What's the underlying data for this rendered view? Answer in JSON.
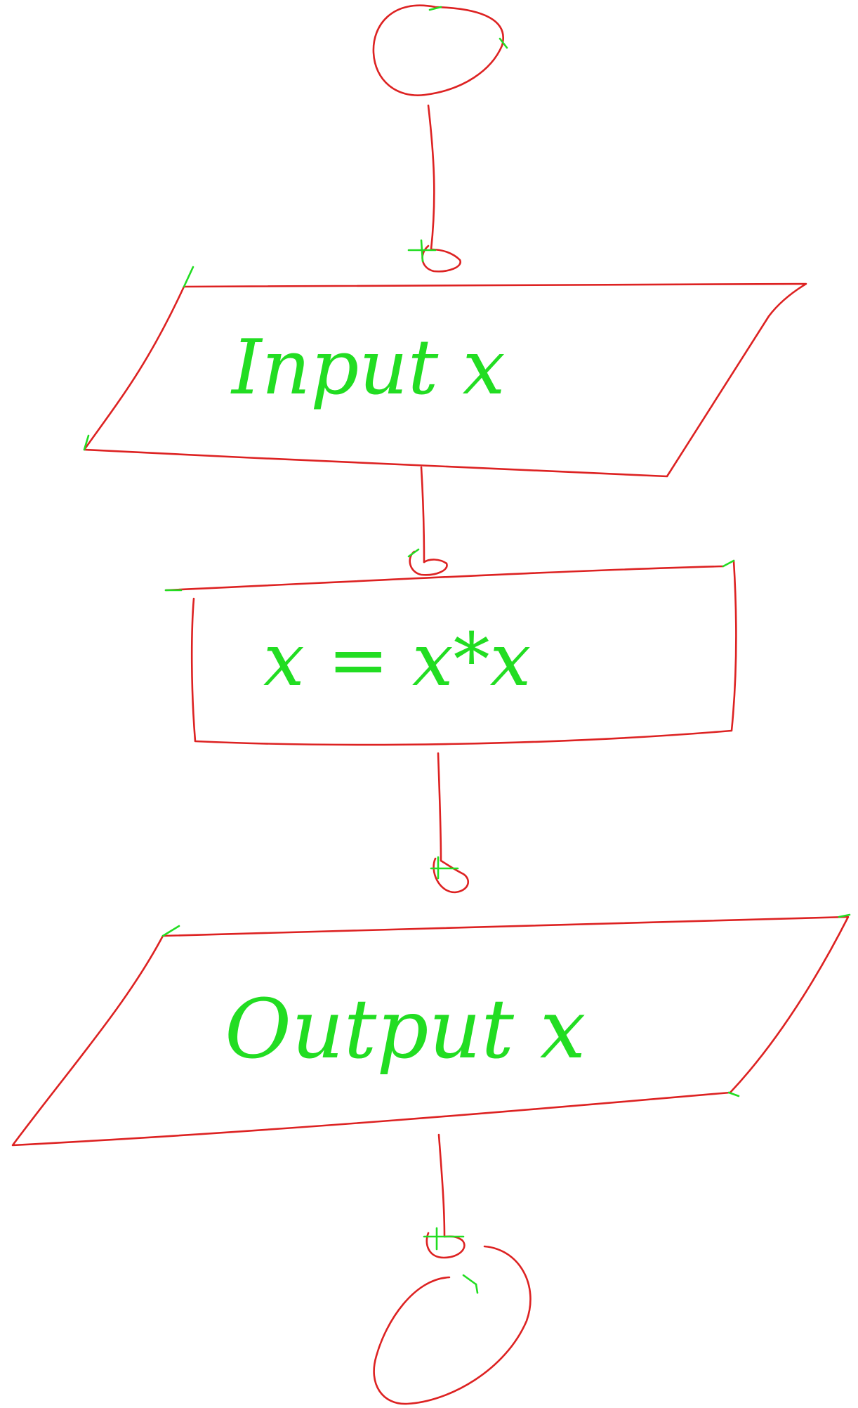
{
  "diagram": {
    "type": "hand-drawn flowchart",
    "stroke_color": "#dd2222",
    "text_color": "#22dd22",
    "background": "#ffffff",
    "nodes": [
      {
        "id": "start",
        "shape": "oval"
      },
      {
        "id": "input",
        "shape": "parallelogram",
        "text": "Input x"
      },
      {
        "id": "process",
        "shape": "rectangle",
        "text": "x = x*x"
      },
      {
        "id": "output",
        "shape": "parallelogram",
        "text": "Output x"
      },
      {
        "id": "end",
        "shape": "oval"
      }
    ],
    "edges": [
      {
        "from": "start",
        "to": "input"
      },
      {
        "from": "input",
        "to": "process"
      },
      {
        "from": "process",
        "to": "output"
      },
      {
        "from": "output",
        "to": "end"
      }
    ]
  }
}
